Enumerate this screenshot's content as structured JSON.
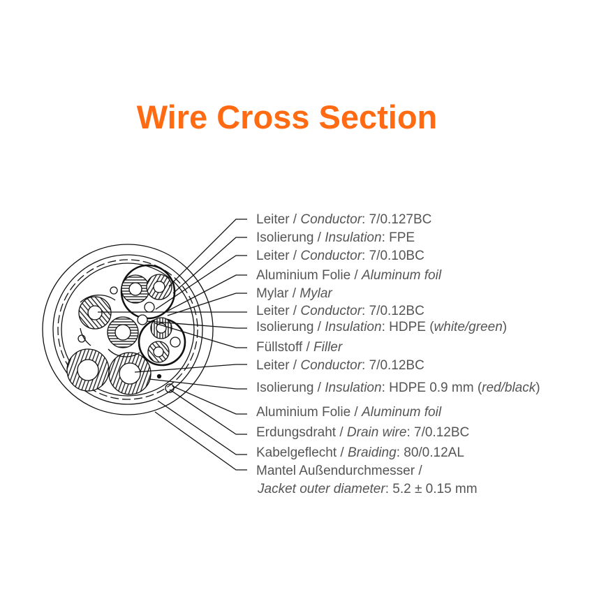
{
  "title": "Wire Cross Section",
  "colors": {
    "title": "#ff6a13",
    "text": "#555555",
    "lines": "#111111"
  },
  "labels": [
    {
      "de": "Leiter / ",
      "en": "Conductor",
      "rest": ": 7/0.127BC"
    },
    {
      "de": "Isolierung / ",
      "en": "Insulation",
      "rest": ": FPE"
    },
    {
      "de": "Leiter / ",
      "en": "Conductor",
      "rest": ": 7/0.10BC"
    },
    {
      "de": "Aluminium Folie / ",
      "en": "Aluminum foil",
      "rest": ""
    },
    {
      "de": "Mylar / ",
      "en": "Mylar",
      "rest": ""
    },
    {
      "de": "Leiter / ",
      "en": "Conductor",
      "rest": ": 7/0.12BC"
    },
    {
      "de": "Isolierung / ",
      "en": "Insulation",
      "rest": ": HDPE (",
      "en2": "white/green",
      "rest2": ")"
    },
    {
      "de": "Füllstoff / ",
      "en": "Filler",
      "rest": ""
    },
    {
      "de": "Leiter / ",
      "en": "Conductor",
      "rest": ": 7/0.12BC"
    },
    {
      "de": "Isolierung / ",
      "en": "Insulation",
      "rest": ": HDPE 0.9 mm (",
      "en2": "red/black",
      "rest2": ")"
    },
    {
      "de": "Aluminium Folie / ",
      "en": "Aluminum foil",
      "rest": ""
    },
    {
      "de": "Erdungsdraht / ",
      "en": "Drain wire",
      "rest": ": 7/0.12BC"
    },
    {
      "de": "Kabelgeflecht / ",
      "en": "Braiding",
      "rest": ": 80/0.12AL"
    },
    {
      "de": "Mantel Außendurchmesser /",
      "en": "",
      "rest": ""
    },
    {
      "de": "",
      "en": "Jacket outer diameter",
      "rest": ": 5.2 ± 0.15 mm"
    }
  ]
}
